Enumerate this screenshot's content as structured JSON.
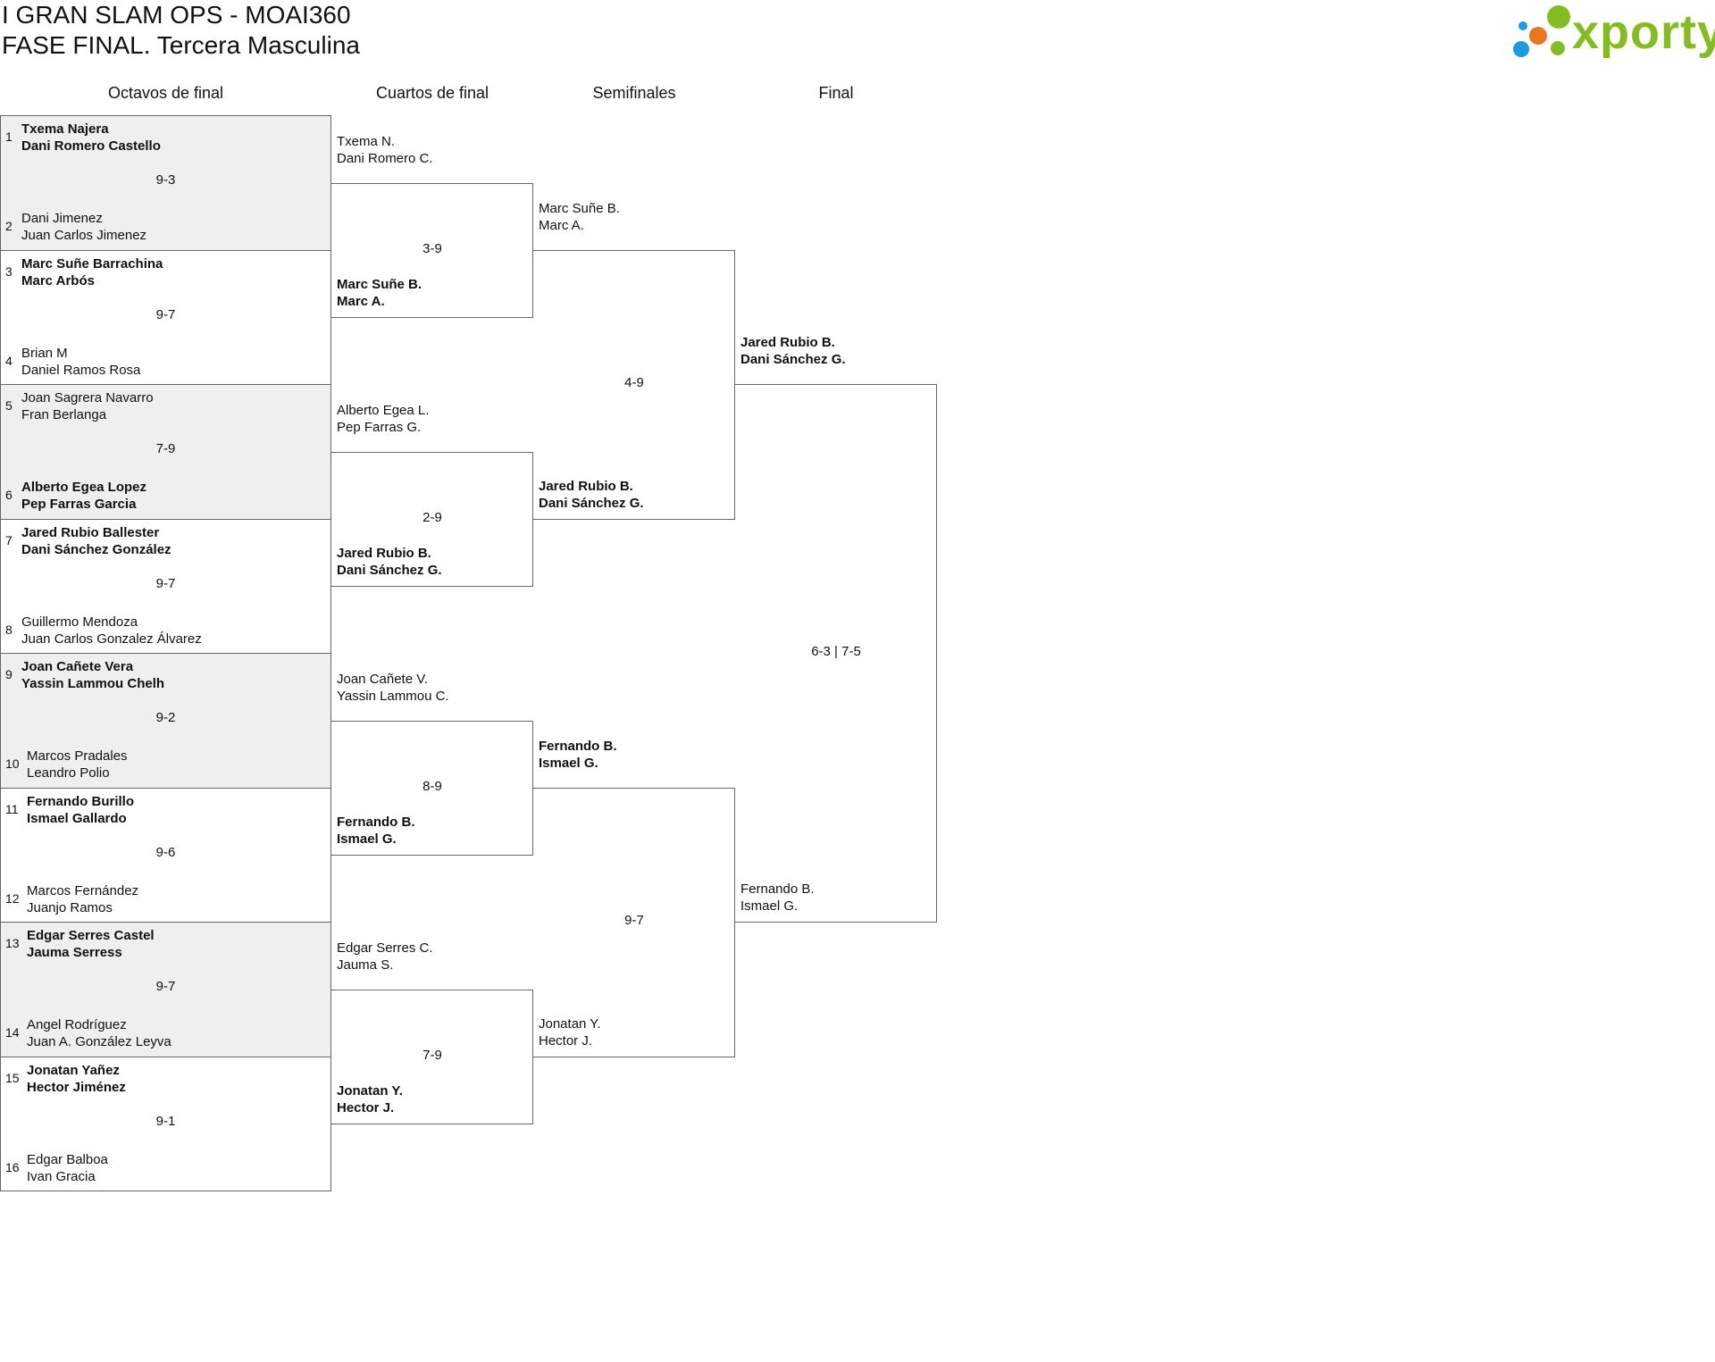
{
  "header": {
    "title": "I GRAN SLAM OPS - MOAI360",
    "subtitle": "FASE FINAL. Tercera Masculina"
  },
  "logo": {
    "text": "xporty",
    "colors": [
      "#85bc21",
      "#e87722",
      "#1e9be0"
    ]
  },
  "rounds": [
    "Octavos de final",
    "Cuartos de final",
    "Semifinales",
    "Final"
  ],
  "octavos": [
    {
      "seed_a": "1",
      "team_a": [
        "Txema Najera",
        "Dani Romero Castello"
      ],
      "winner": "a",
      "score": "9-3",
      "seed_b": "2",
      "team_b": [
        "Dani Jimenez",
        "Juan Carlos Jimenez"
      ]
    },
    {
      "seed_a": "3",
      "team_a": [
        "Marc Suñe Barrachina",
        "Marc Arbós"
      ],
      "winner": "a",
      "score": "9-7",
      "seed_b": "4",
      "team_b": [
        "Brian M",
        "Daniel Ramos Rosa"
      ]
    },
    {
      "seed_a": "5",
      "team_a": [
        "Joan Sagrera Navarro",
        "Fran Berlanga"
      ],
      "winner": "b",
      "score": "7-9",
      "seed_b": "6",
      "team_b": [
        "Alberto Egea Lopez",
        "Pep Farras Garcia"
      ]
    },
    {
      "seed_a": "7",
      "team_a": [
        "Jared Rubio Ballester",
        "Dani Sánchez González"
      ],
      "winner": "a",
      "score": "9-7",
      "seed_b": "8",
      "team_b": [
        "Guillermo Mendoza",
        "Juan Carlos Gonzalez Álvarez"
      ]
    },
    {
      "seed_a": "9",
      "team_a": [
        "Joan Cañete Vera",
        "Yassin Lammou Chelh"
      ],
      "winner": "a",
      "score": "9-2",
      "seed_b": "10",
      "team_b": [
        "Marcos Pradales",
        "Leandro Polio"
      ]
    },
    {
      "seed_a": "11",
      "team_a": [
        "Fernando Burillo",
        "Ismael Gallardo"
      ],
      "winner": "a",
      "score": "9-6",
      "seed_b": "12",
      "team_b": [
        "Marcos Fernández",
        "Juanjo Ramos"
      ]
    },
    {
      "seed_a": "13",
      "team_a": [
        "Edgar Serres Castel",
        "Jauma Serress"
      ],
      "winner": "a",
      "score": "9-7",
      "seed_b": "14",
      "team_b": [
        "Angel Rodríguez",
        "Juan A. González Leyva"
      ]
    },
    {
      "seed_a": "15",
      "team_a": [
        "Jonatan Yañez",
        "Hector Jiménez"
      ],
      "winner": "a",
      "score": "9-1",
      "seed_b": "16",
      "team_b": [
        "Edgar Balboa",
        "Ivan Gracia"
      ]
    }
  ],
  "cuartos": [
    {
      "team_a": [
        "Txema N.",
        "Dani Romero C."
      ],
      "winner": "b",
      "score": "3-9",
      "team_b": [
        "Marc Suñe B.",
        "Marc A."
      ]
    },
    {
      "team_a": [
        "Alberto Egea L.",
        "Pep Farras G."
      ],
      "winner": "b",
      "score": "2-9",
      "team_b": [
        "Jared Rubio B.",
        "Dani Sánchez G."
      ]
    },
    {
      "team_a": [
        "Joan Cañete V.",
        "Yassin Lammou C."
      ],
      "winner": "b",
      "score": "8-9",
      "team_b": [
        "Fernando B.",
        "Ismael G."
      ]
    },
    {
      "team_a": [
        "Edgar Serres C.",
        "Jauma S."
      ],
      "winner": "b",
      "score": "7-9",
      "team_b": [
        "Jonatan Y.",
        "Hector J."
      ]
    }
  ],
  "semis": [
    {
      "team_a": [
        "Marc Suñe B.",
        "Marc A."
      ],
      "winner": "b",
      "score": "4-9",
      "team_b": [
        "Jared Rubio B.",
        "Dani Sánchez G."
      ]
    },
    {
      "team_a": [
        "Fernando B.",
        "Ismael G."
      ],
      "winner": "a",
      "score": "9-7",
      "team_b": [
        "Jonatan Y.",
        "Hector J."
      ]
    }
  ],
  "final": [
    {
      "team_a": [
        "Jared Rubio B.",
        "Dani Sánchez G."
      ],
      "winner": "a",
      "score": "6-3 | 7-5",
      "team_b": [
        "Fernando B.",
        "Ismael G."
      ]
    }
  ]
}
